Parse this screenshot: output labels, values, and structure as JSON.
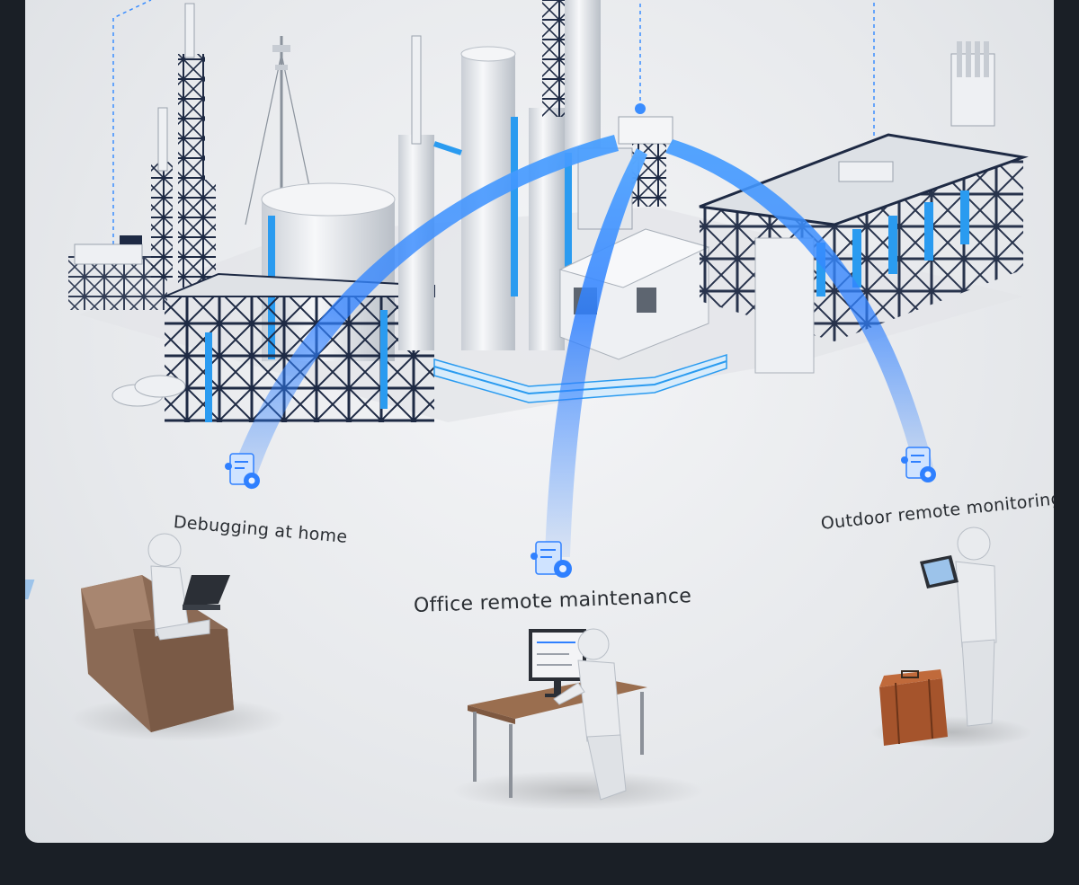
{
  "scenarios": {
    "home": {
      "label": "Debugging at home",
      "icon": "gear-document-icon"
    },
    "office": {
      "label": "Office remote maintenance",
      "icon": "gear-document-icon"
    },
    "outdoor": {
      "label": "Outdoor remote monitoring",
      "icon": "gear-document-icon"
    }
  },
  "colors": {
    "beam": "#2f80ff",
    "structure": "#1e2a44",
    "pipe": "#2a9bf0",
    "tank": "#eef0f3",
    "page_bg": "#1a1f26"
  }
}
